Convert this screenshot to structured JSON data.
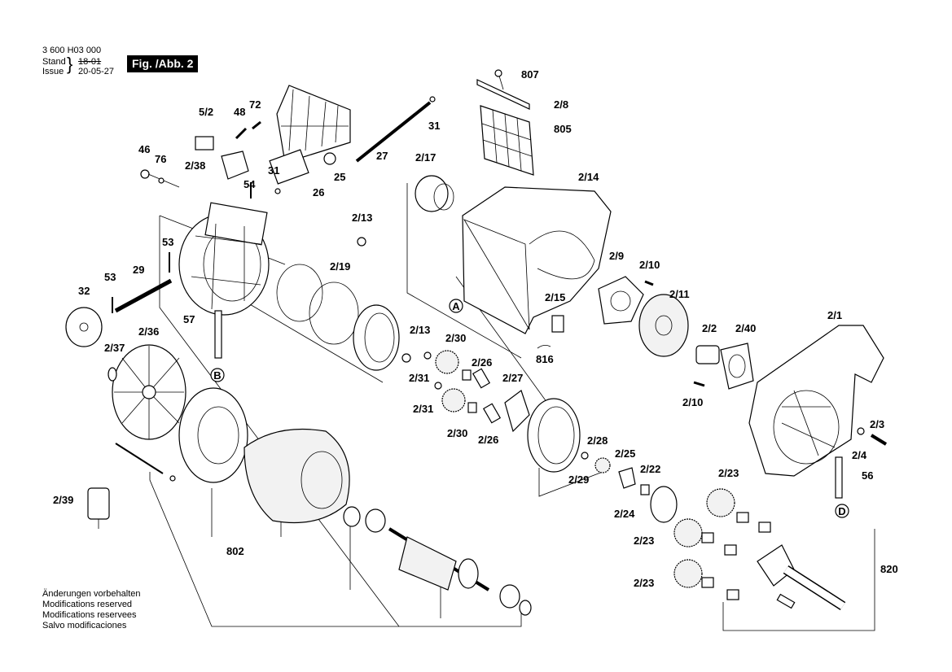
{
  "header": {
    "doc_number": "3 600 H03 000",
    "stand_label": "Stand",
    "issue_label": "Issue",
    "old_date": "18-01",
    "new_date": "20-05-27",
    "figure_label": "Fig. /Abb. 2"
  },
  "notes": [
    "Änderungen vorbehalten",
    "Modifications reserved",
    "Modifications reservees",
    "Salvo modificaciones"
  ],
  "reference_markers": [
    "A",
    "B",
    "D"
  ],
  "part_labels": [
    "807",
    "2/8",
    "805",
    "5/2",
    "48",
    "72",
    "31",
    "27",
    "46",
    "76",
    "2/38",
    "31",
    "25",
    "26",
    "54",
    "2/17",
    "2/14",
    "2/13",
    "53",
    "2/19",
    "2/9",
    "2/10",
    "53",
    "29",
    "32",
    "57",
    "2/11",
    "2/15",
    "2/2",
    "2/40",
    "2/1",
    "2/36",
    "2/13",
    "2/30",
    "2/37",
    "816",
    "2/26",
    "2/31",
    "2/27",
    "2/10",
    "2/31",
    "2/3",
    "2/30",
    "2/26",
    "2/28",
    "2/25",
    "2/4",
    "2/22",
    "56",
    "2/23",
    "2/29",
    "2/39",
    "2/24",
    "2/23",
    "802",
    "820",
    "2/23"
  ]
}
